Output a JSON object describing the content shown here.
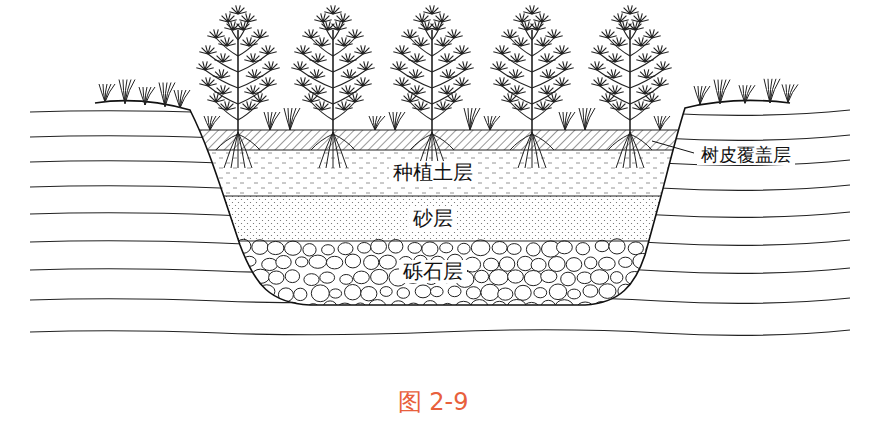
{
  "diagram": {
    "caption": "图 2-9",
    "labels": [
      "种植土层",
      "砂层",
      "砾石层",
      "树皮覆盖层"
    ]
  }
}
